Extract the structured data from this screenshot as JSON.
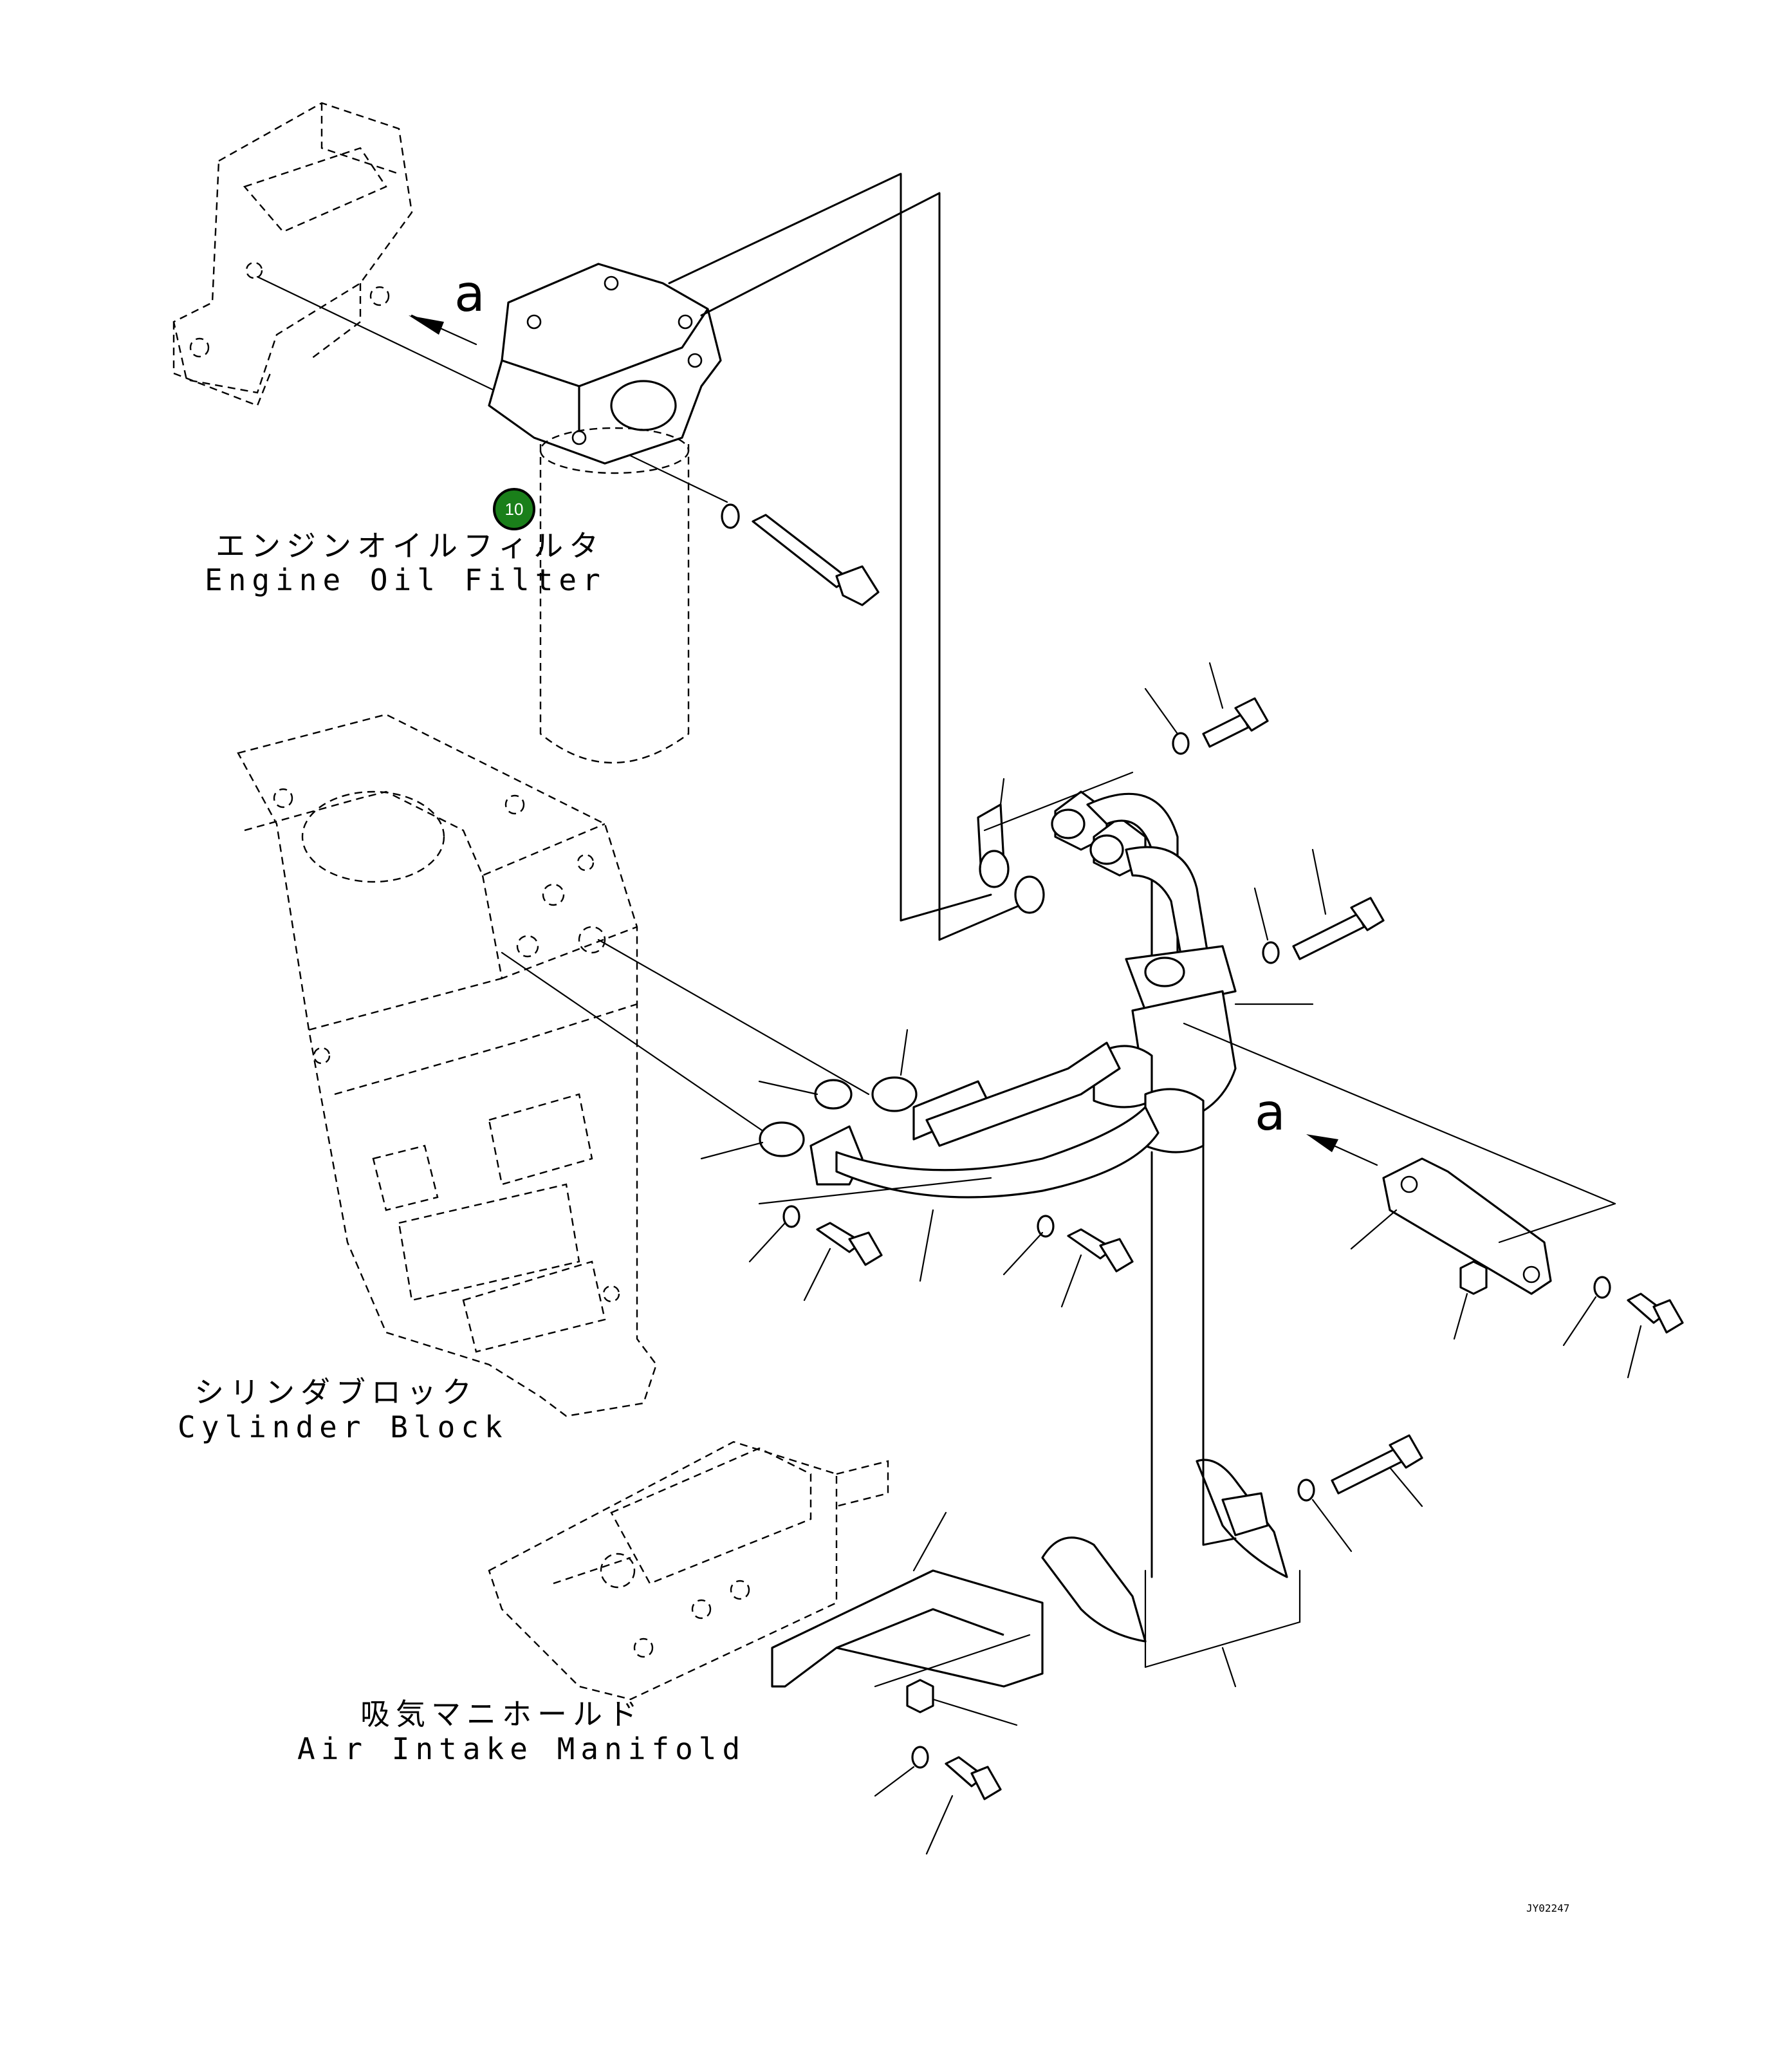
{
  "callouts": [
    {
      "number": "10",
      "color": "#1a7f1a"
    }
  ],
  "labels": {
    "oil_filter_jp": "エンジンオイルフィルタ",
    "oil_filter_en": "Engine Oil Filter",
    "cylinder_block_jp": "シリンダブロック",
    "cylinder_block_en": "Cylinder Block",
    "manifold_jp": "吸気マニホールド",
    "manifold_en": "Air Intake Manifold"
  },
  "view_refs": {
    "upper": "a",
    "lower": "a"
  },
  "drawing_code": "JY02247"
}
